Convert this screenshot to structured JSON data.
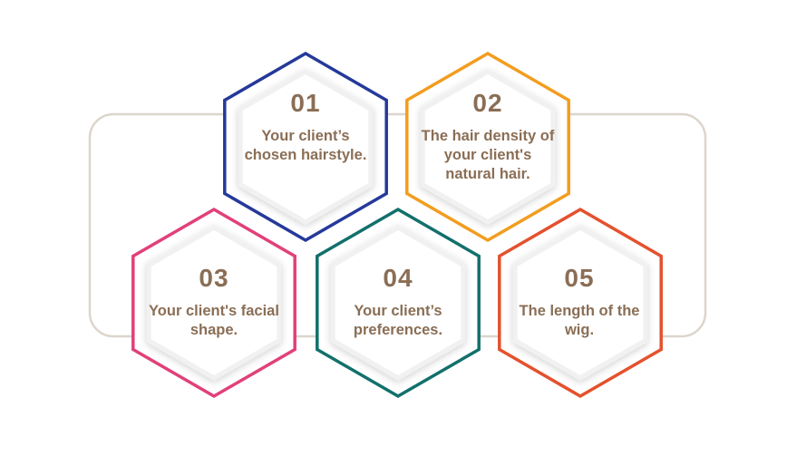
{
  "colors": {
    "connector": "#ddd5cc",
    "text": "#8a6e55",
    "hex_fill": "#f1f1f1"
  },
  "steps": [
    {
      "number": "01",
      "text": "Your client’s chosen hairstyle.",
      "color": "#25399a"
    },
    {
      "number": "02",
      "text": "The hair density of your client's natural hair.",
      "color": "#f29d1f"
    },
    {
      "number": "03",
      "text": "Your client's facial shape.",
      "color": "#e1407a"
    },
    {
      "number": "04",
      "text": "Your client’s preferences.",
      "color": "#12706b"
    },
    {
      "number": "05",
      "text": "The length of the wig.",
      "color": "#e4512e"
    }
  ]
}
